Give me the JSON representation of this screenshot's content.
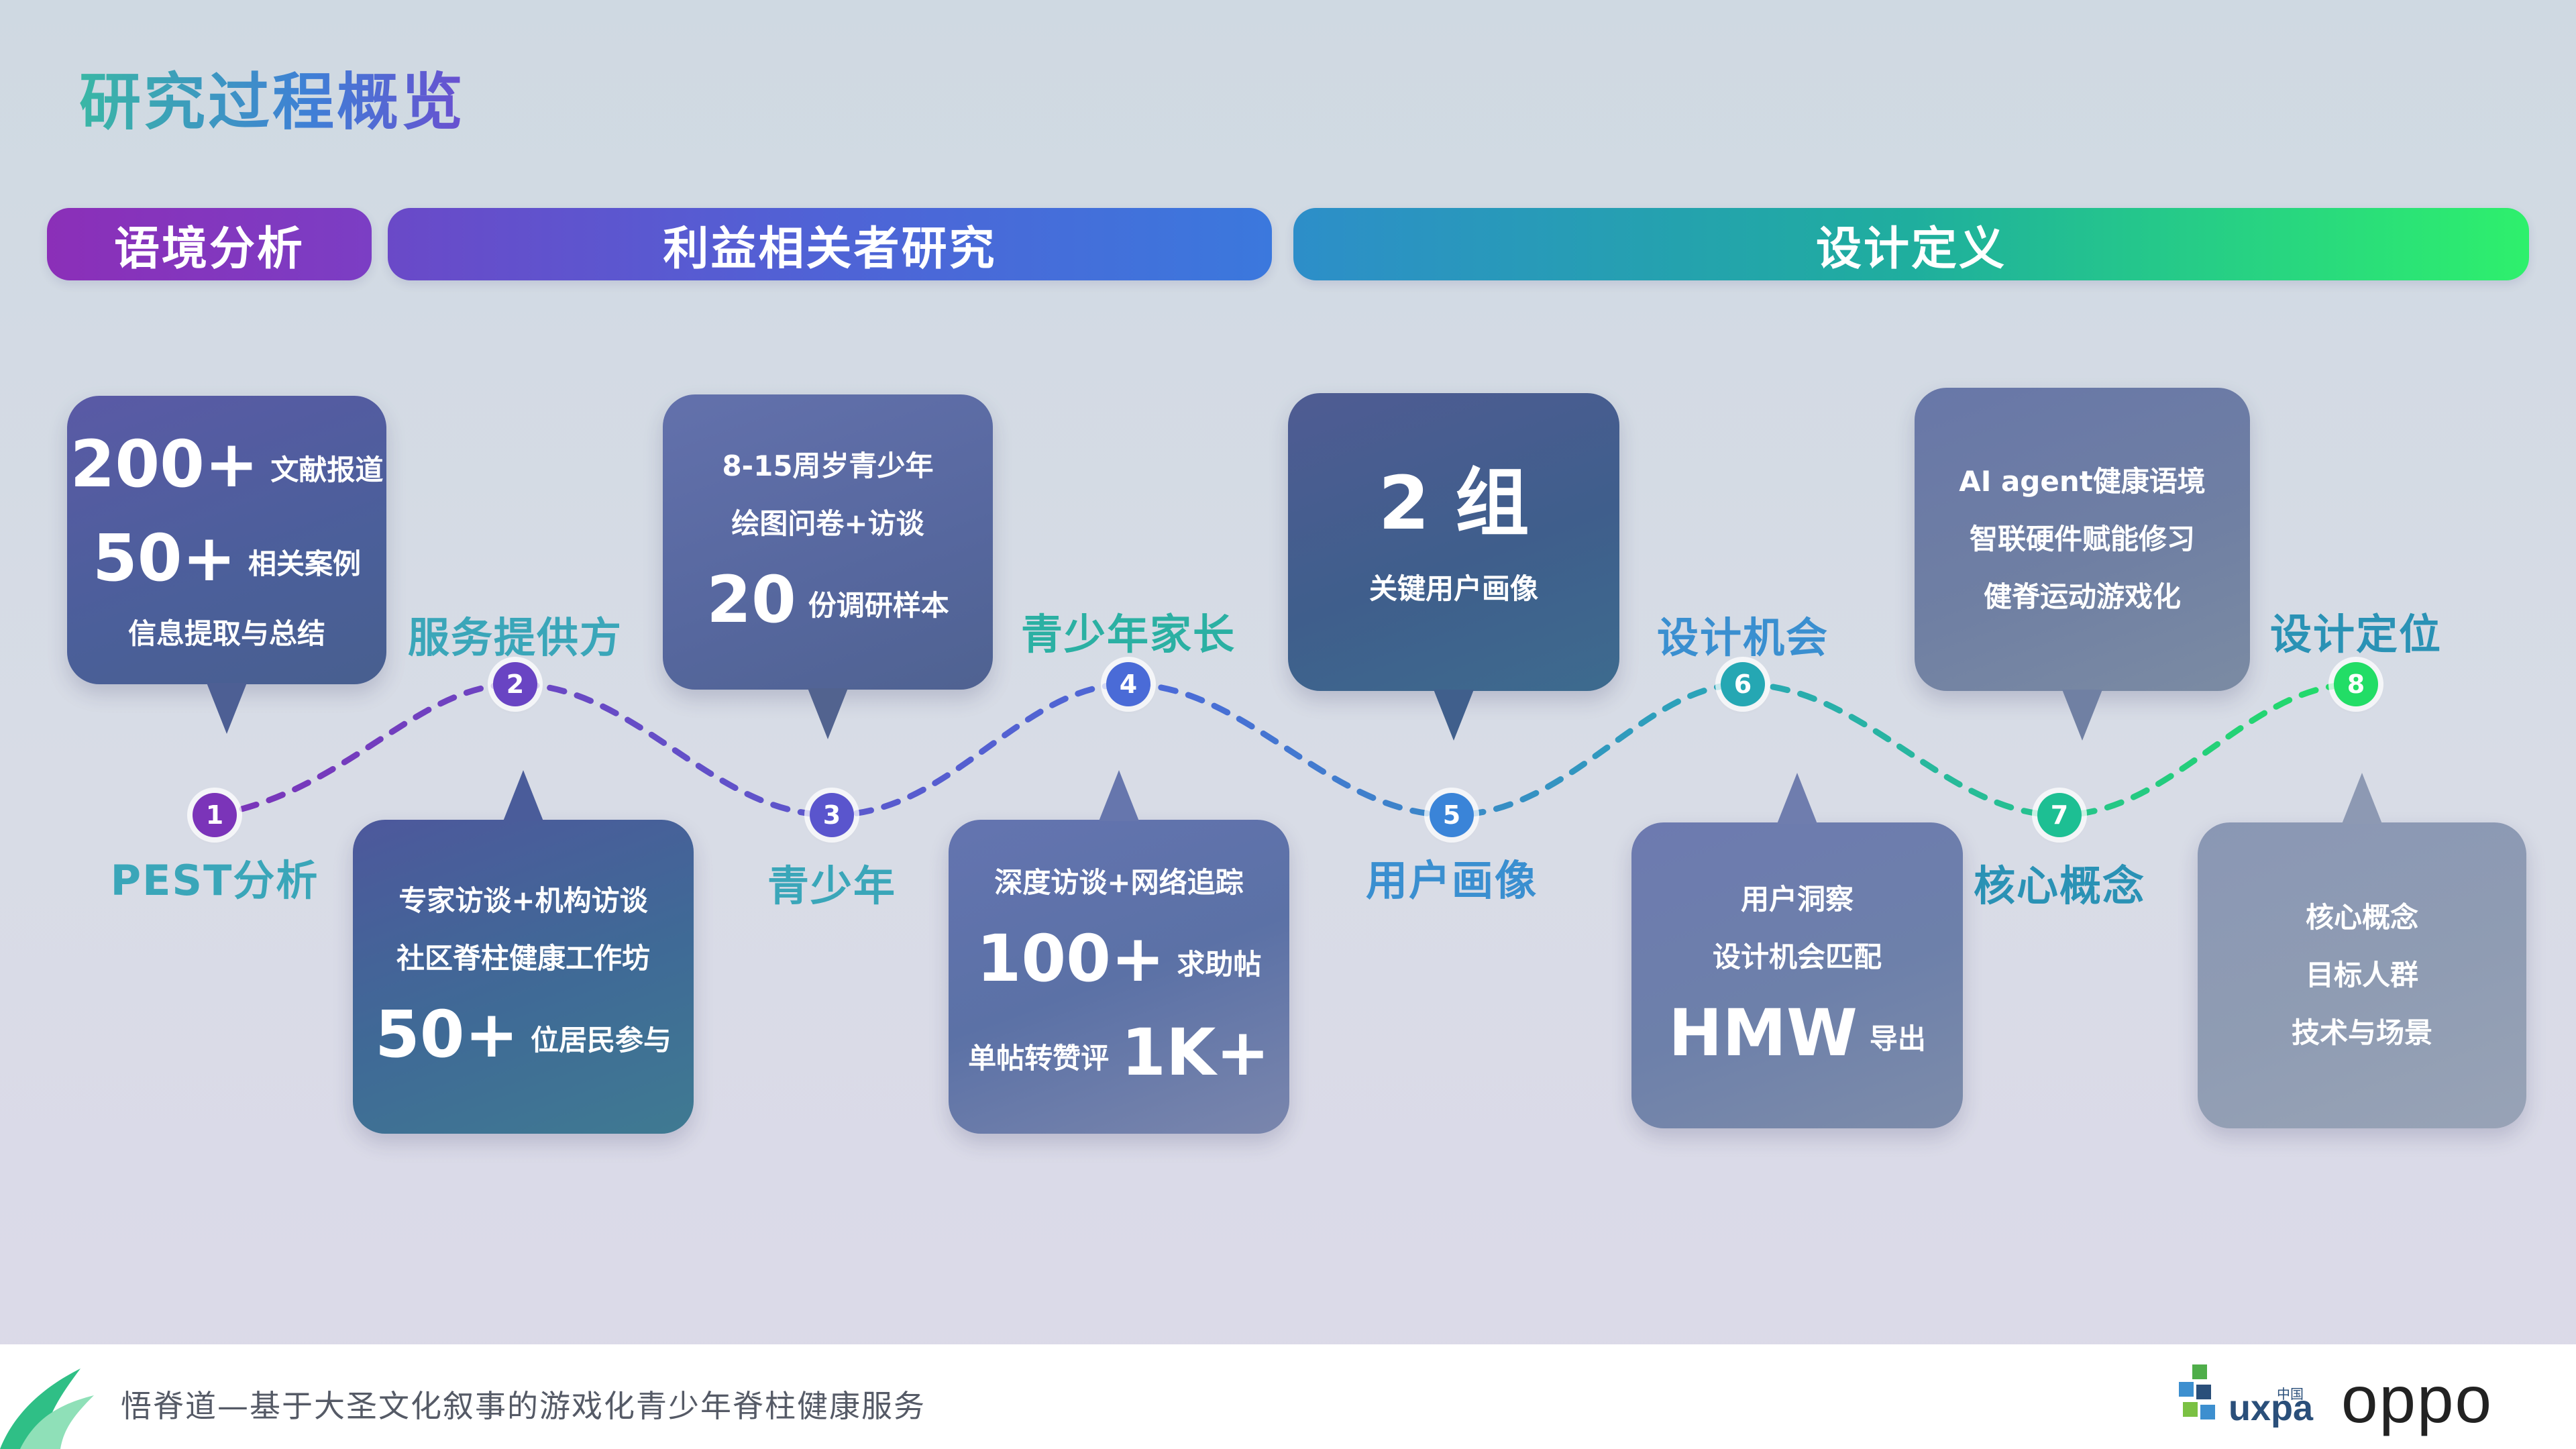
{
  "title": "研究过程概览",
  "phases": {
    "p1": "语境分析",
    "p2": "利益相关者研究",
    "p3": "设计定义"
  },
  "nodes": [
    {
      "num": "1",
      "label": "PEST分析",
      "color": "#7b34b9"
    },
    {
      "num": "2",
      "label": "服务提供方",
      "color": "#6944c3"
    },
    {
      "num": "3",
      "label": "青少年",
      "color": "#5a55cd"
    },
    {
      "num": "4",
      "label": "青少年家长",
      "color": "#4a6bd7"
    },
    {
      "num": "5",
      "label": "用户画像",
      "color": "#3a84d8"
    },
    {
      "num": "6",
      "label": "设计机会",
      "color": "#25a7b3"
    },
    {
      "num": "7",
      "label": "核心概念",
      "color": "#1dbf93"
    },
    {
      "num": "8",
      "label": "设计定位",
      "color": "#22dd66"
    }
  ],
  "cards": {
    "c1": {
      "l1_big": "200+",
      "l1": "文献报道",
      "l2_big": "50+",
      "l2": "相关案例",
      "l3": "信息提取与总结"
    },
    "c2": {
      "l1": "专家访谈+机构访谈",
      "l2": "社区脊柱健康工作坊",
      "l3_big": "50+",
      "l3": "位居民参与"
    },
    "c3": {
      "l1": "8-15周岁青少年",
      "l2": "绘图问卷+访谈",
      "l3_big": "20",
      "l3": "份调研样本"
    },
    "c4": {
      "l1": "深度访谈+网络追踪",
      "l2_big": "100+",
      "l2": "求助帖",
      "l3": "单帖转赞评",
      "l3_big": "1K+"
    },
    "c5": {
      "l1_big": "2 组",
      "l2": "关键用户画像"
    },
    "c6": {
      "l1": "用户洞察",
      "l2": "设计机会匹配",
      "l3_big": "HMW",
      "l3": "导出"
    },
    "c7": {
      "l1": "AI agent健康语境",
      "l2": "智联硬件赋能修习",
      "l3": "健脊运动游戏化"
    },
    "c8": {
      "l1": "核心概念",
      "l2": "目标人群",
      "l3": "技术与场景"
    }
  },
  "footer": {
    "text": "悟脊道—基于大圣文化叙事的游戏化青少年脊柱健康服务",
    "uxpa": "uxpa",
    "uxpa_cn": "中国",
    "oppo": "oppo"
  }
}
